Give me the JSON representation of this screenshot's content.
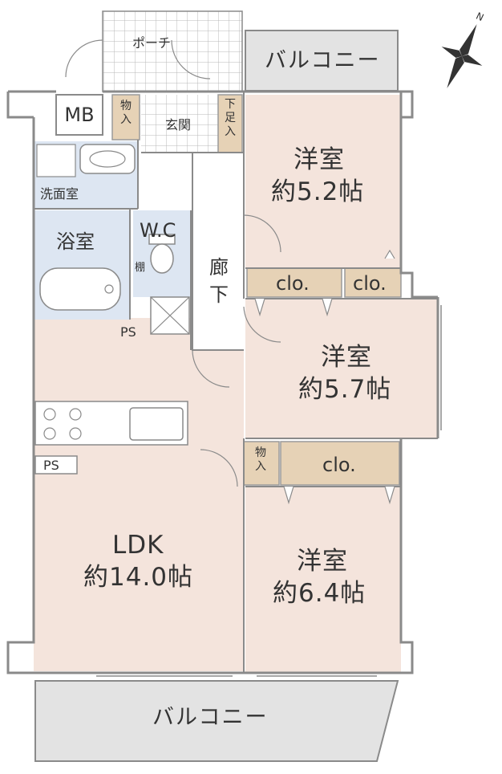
{
  "plan": {
    "colors": {
      "room_floor": "#f4e4dc",
      "wet_area": "#dde6f2",
      "balcony": "#e3e3e3",
      "closet": "#e6d2b6",
      "wall": "#8a8a8a",
      "text": "#333333"
    },
    "labels": {
      "porch": "ポーチ",
      "balcony_top": "バルコニー",
      "balcony_bottom": "バルコニー",
      "mb": "MB",
      "storage_entry": "物入",
      "entrance": "玄関",
      "shoe_storage": "下足入",
      "washroom": "洗面室",
      "bath": "浴室",
      "wc": "W.C",
      "shelf": "棚",
      "ps_top": "PS",
      "ps_bottom": "PS",
      "corridor": "廊下",
      "storage_lower": "物入",
      "ldk_name": "LDK",
      "ldk_size": "約14.0帖",
      "room1_name": "洋室",
      "room1_size": "約5.2帖",
      "room2_name": "洋室",
      "room2_size": "約5.7帖",
      "room3_name": "洋室",
      "room3_size": "約6.4帖",
      "clo_1": "clo.",
      "clo_2": "clo.",
      "clo_3": "clo."
    },
    "compass_icon": "north-arrow-icon"
  }
}
